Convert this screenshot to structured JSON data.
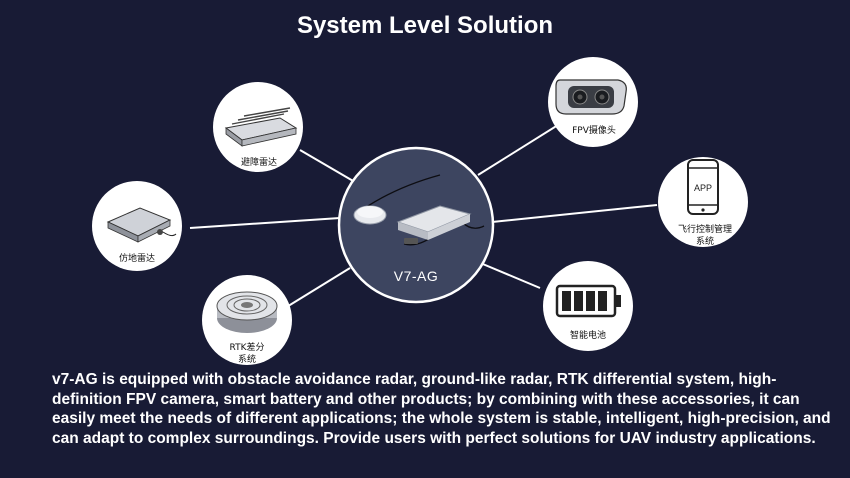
{
  "title": "System Level Solution",
  "hub": {
    "label": "V7-AG"
  },
  "nodes": {
    "obstacle_radar": "避障雷达",
    "terrain_radar": "仿地雷达",
    "rtk": [
      "RTK差分",
      "系统"
    ],
    "fpv_camera": "FPV摄像头",
    "flight_app": [
      "飞行控制管理",
      "系统"
    ],
    "app_screen": "APP",
    "smart_battery": "智能电池"
  },
  "description": "v7-AG is equipped with obstacle avoidance radar, ground-like radar, RTK differential system, high-definition FPV camera, smart battery and other products; by combining with these accessories, it can easily meet the needs of different applications; the whole system is stable, intelligent, high-precision, and can adapt to complex surroundings. Provide users with perfect solutions for UAV industry applications.",
  "colors": {
    "background": "#181b35",
    "hub_fill": "#3d4560",
    "node_fill": "#ffffff",
    "line": "#ffffff"
  }
}
